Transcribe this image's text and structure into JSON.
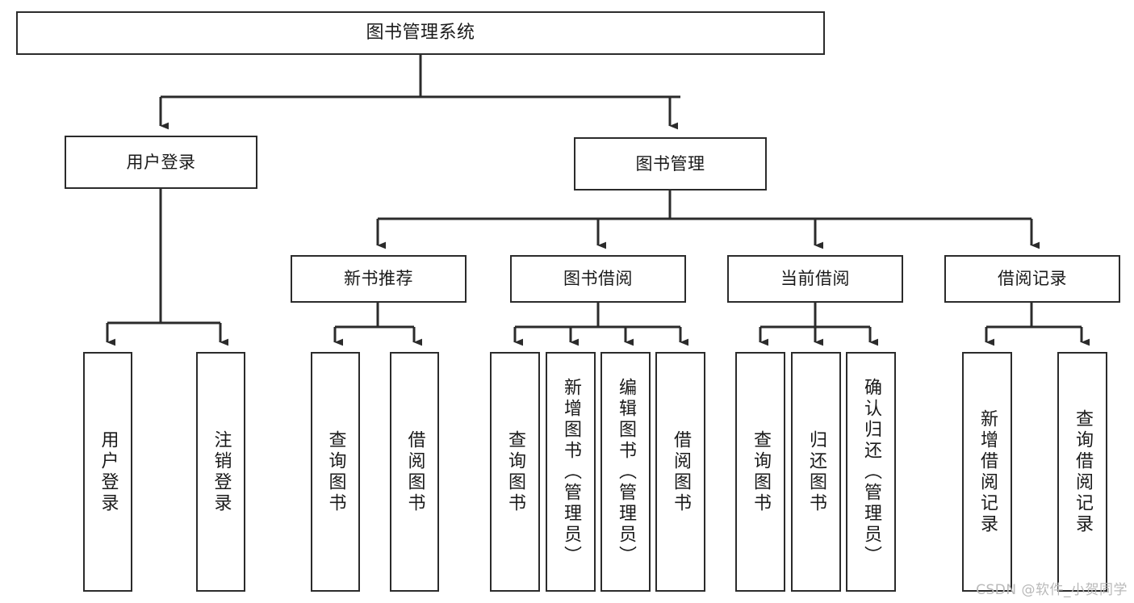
{
  "diagram": {
    "title": "图书管理系统",
    "type": "tree",
    "watermark": "CSDN @软件_小贺同学",
    "colors": {
      "box_border": "#2b2b2b",
      "box_fill": "#ffffff",
      "connector": "#2b2b2b",
      "text": "#1a1a1a",
      "watermark": "#b9b9b9",
      "background": "#ffffff"
    },
    "levels": {
      "level1": [
        "图书管理系统"
      ],
      "level2": [
        "用户登录",
        "图书管理"
      ],
      "level3": [
        "新书推荐",
        "图书借阅",
        "当前借阅",
        "借阅记录"
      ],
      "level4": [
        "用户登录",
        "注销登录",
        "查询图书",
        "借阅图书",
        "查询图书",
        "新增图书（管理员）",
        "编辑图书（管理员）",
        "借阅图书",
        "查询图书",
        "归还图书",
        "确认归还（管理员）",
        "新增借阅记录",
        "查询借阅记录"
      ]
    },
    "nodes": {
      "root": {
        "label": "图书管理系统"
      },
      "user_login": {
        "label": "用户登录"
      },
      "book_manage": {
        "label": "图书管理"
      },
      "new_book_rec": {
        "label": "新书推荐"
      },
      "book_borrow": {
        "label": "图书借阅"
      },
      "current_borrow": {
        "label": "当前借阅"
      },
      "borrow_record": {
        "label": "借阅记录"
      },
      "leaf_user_login": {
        "label": "用户登录"
      },
      "leaf_logout": {
        "label": "注销登录"
      },
      "leaf_query_book_1": {
        "label": "查询图书"
      },
      "leaf_borrow_book_1": {
        "label": "借阅图书"
      },
      "leaf_query_book_2": {
        "label": "查询图书"
      },
      "leaf_add_book": {
        "label": "新增图书（管理员）"
      },
      "leaf_edit_book": {
        "label": "编辑图书（管理员）"
      },
      "leaf_borrow_book_2": {
        "label": "借阅图书"
      },
      "leaf_query_book_3": {
        "label": "查询图书"
      },
      "leaf_return_book": {
        "label": "归还图书"
      },
      "leaf_confirm_return": {
        "label": "确认归还（管理员）"
      },
      "leaf_add_record": {
        "label": "新增借阅记录"
      },
      "leaf_query_record": {
        "label": "查询借阅记录"
      }
    },
    "edges": [
      {
        "from": "root",
        "to": "user_login"
      },
      {
        "from": "root",
        "to": "book_manage"
      },
      {
        "from": "user_login",
        "to": "leaf_user_login"
      },
      {
        "from": "user_login",
        "to": "leaf_logout"
      },
      {
        "from": "book_manage",
        "to": "new_book_rec"
      },
      {
        "from": "book_manage",
        "to": "book_borrow"
      },
      {
        "from": "book_manage",
        "to": "current_borrow"
      },
      {
        "from": "book_manage",
        "to": "borrow_record"
      },
      {
        "from": "new_book_rec",
        "to": "leaf_query_book_1"
      },
      {
        "from": "new_book_rec",
        "to": "leaf_borrow_book_1"
      },
      {
        "from": "book_borrow",
        "to": "leaf_query_book_2"
      },
      {
        "from": "book_borrow",
        "to": "leaf_add_book"
      },
      {
        "from": "book_borrow",
        "to": "leaf_edit_book"
      },
      {
        "from": "book_borrow",
        "to": "leaf_borrow_book_2"
      },
      {
        "from": "current_borrow",
        "to": "leaf_query_book_3"
      },
      {
        "from": "current_borrow",
        "to": "leaf_return_book"
      },
      {
        "from": "current_borrow",
        "to": "leaf_confirm_return"
      },
      {
        "from": "borrow_record",
        "to": "leaf_add_record"
      },
      {
        "from": "borrow_record",
        "to": "leaf_query_record"
      }
    ]
  }
}
